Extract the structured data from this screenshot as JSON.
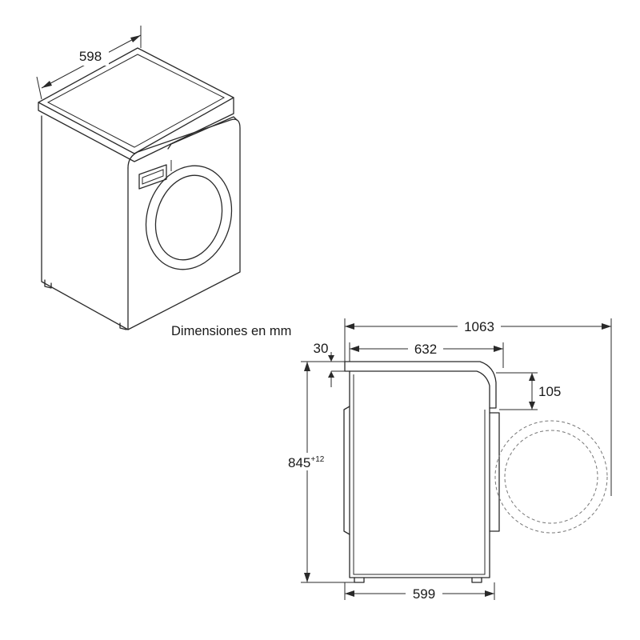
{
  "caption": "Dimensiones en mm",
  "dimensions": {
    "iso_width": "598",
    "total_depth_door_open": "1063",
    "door_offset": "30",
    "top_depth": "632",
    "door_step": "105",
    "height": "845",
    "height_tolerance": "+12",
    "body_depth": "599"
  },
  "colors": {
    "line": "#2a2a2a",
    "door_open_dashed": "#777777",
    "background": "#ffffff"
  }
}
